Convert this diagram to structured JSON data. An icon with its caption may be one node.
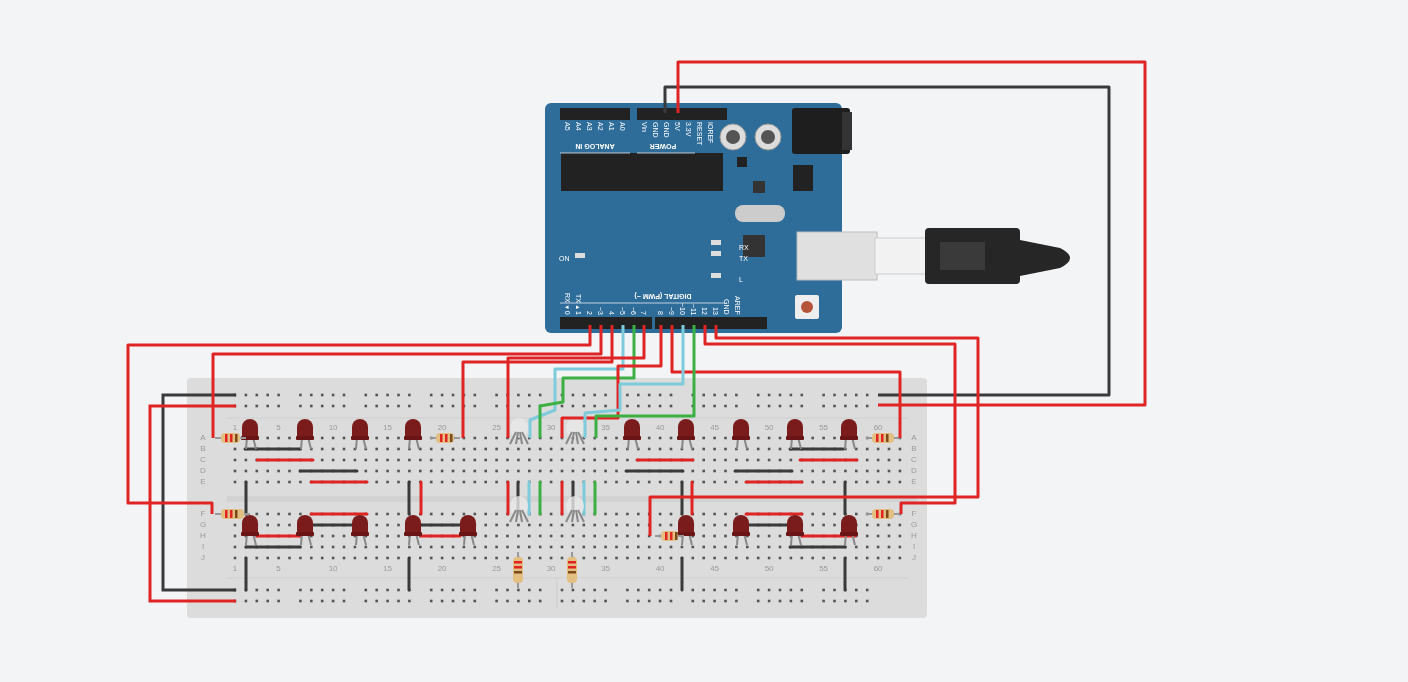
{
  "diagram": {
    "nodes": [
      {
        "text": [
          "A5",
          "A4",
          "A3",
          "A2",
          "A1",
          "A0",
          "ANALOG IN",
          "Vin",
          "GND",
          "GND",
          "5V",
          "3.3V",
          "RESET",
          "IOREF",
          "POWER",
          "RX",
          "TX",
          "ON",
          "L",
          "DIGITAL (PWM ~)",
          "RX◂0",
          "TX▸1",
          "2",
          "~3",
          "4",
          "~5",
          "~6",
          "7",
          "8",
          "~9",
          "~10",
          "~11",
          "12",
          "13",
          "GND",
          "AREF"
        ]
      },
      {
        "text": [
          "1",
          "5",
          "10",
          "15",
          "20",
          "25",
          "30",
          "35",
          "40",
          "45",
          "50",
          "55",
          "60",
          "A",
          "B",
          "C",
          "D",
          "E",
          "F",
          "G",
          "H",
          "I",
          "J",
          "A",
          "B",
          "C",
          "D",
          "E",
          "F",
          "G",
          "H",
          "I",
          "J",
          "1",
          "5",
          "10",
          "15",
          "20",
          "25",
          "30",
          "35",
          "40",
          "45",
          "50",
          "55",
          "60"
        ]
      }
    ],
    "edges": [
      {
        "from": 0,
        "to": 1,
        "arrow": "none",
        "color": "#3a3a3a"
      },
      {
        "from": 0,
        "to": 1,
        "arrow": "none"
      },
      {
        "from": 0,
        "to": 1,
        "arrow": "none"
      },
      {
        "from": 0,
        "to": 1,
        "arrow": "none"
      },
      {
        "from": 0,
        "to": 1,
        "arrow": "none"
      },
      {
        "from": 0,
        "to": 1,
        "arrow": "none",
        "color": "#7ecbdc"
      },
      {
        "from": 0,
        "to": 1,
        "arrow": "none",
        "color": "#3cb043"
      },
      {
        "from": 0,
        "to": 1,
        "arrow": "none"
      },
      {
        "from": 0,
        "to": 1,
        "arrow": "none"
      },
      {
        "from": 0,
        "to": 1,
        "arrow": "none"
      },
      {
        "from": 0,
        "to": 1,
        "arrow": "none",
        "color": "#7ecbdc"
      },
      {
        "from": 0,
        "to": 1,
        "arrow": "none",
        "color": "#3cb043"
      },
      {
        "from": 0,
        "to": 1,
        "arrow": "none"
      },
      {
        "from": 0,
        "to": 1,
        "arrow": "none"
      }
    ]
  }
}
